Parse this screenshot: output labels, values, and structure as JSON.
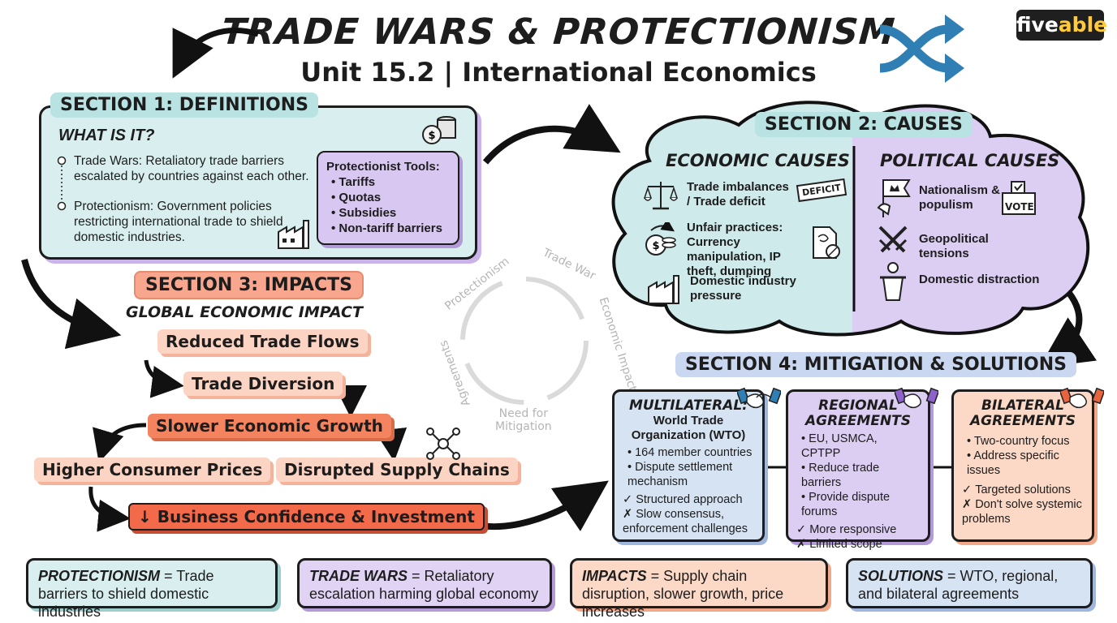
{
  "header": {
    "title": "TRADE WARS & PROTECTIONISM",
    "subtitle": "Unit 15.2 | International Economics",
    "logo_pre": "five",
    "logo_y": "able"
  },
  "section1": {
    "heading": "SECTION 1: DEFINITIONS",
    "what_is_it": "WHAT IS IT?",
    "def_trade_wars": "Trade Wars: Retaliatory trade barriers escalated by countries against each other.",
    "def_protectionism": "Protectionism: Government policies restricting international trade to shield domestic industries.",
    "tools_title": "Protectionist Tools:",
    "tools": [
      "Tariffs",
      "Quotas",
      "Subsidies",
      "Non-tariff barriers"
    ]
  },
  "section2": {
    "heading": "SECTION 2: CAUSES",
    "economic_title": "ECONOMIC CAUSES",
    "political_title": "POLITICAL CAUSES",
    "economic": [
      "Trade imbalances / Trade deficit",
      "Unfair practices: Currency manipulation, IP theft, dumping",
      "Domestic industry pressure"
    ],
    "political": [
      "Nationalism & populism",
      "Geopolitical tensions",
      "Domestic distraction"
    ],
    "deficit_sign": "DEFICIT",
    "vote_sign": "VOTE"
  },
  "section3": {
    "heading": "SECTION 3: IMPACTS",
    "subheading": "GLOBAL ECONOMIC IMPACT",
    "reduced": "Reduced Trade Flows",
    "diversion": "Trade Diversion",
    "slower": "Slower Economic Growth",
    "prices": "Higher Consumer Prices",
    "supply": "Disrupted Supply Chains",
    "confidence": "↓ Business Confidence & Investment"
  },
  "cycle": {
    "protectionism": "Protectionism",
    "trade_war": "Trade War",
    "economic_impacts": "Economic Impacts",
    "need_line1": "Need for",
    "need_line2": "Mitigation",
    "agreements": "Agreements"
  },
  "section4": {
    "heading": "SECTION 4: MITIGATION & SOLUTIONS",
    "multilateral": {
      "title": "MULTILATERAL:",
      "sub": "World Trade Organization (WTO)",
      "points": [
        "164 member countries",
        "Dispute settlement mechanism"
      ],
      "pro": "Structured approach",
      "con": "Slow consensus, enforcement challenges"
    },
    "regional": {
      "title": "REGIONAL AGREEMENTS",
      "points": [
        "EU, USMCA, CPTPP",
        "Reduce trade barriers",
        "Provide dispute forums"
      ],
      "pro": "More responsive",
      "con": "Limited scope"
    },
    "bilateral": {
      "title": "BILATERAL AGREEMENTS",
      "points": [
        "Two-country focus",
        "Address specific issues"
      ],
      "pro": "Targeted solutions",
      "con": "Don't solve systemic problems"
    }
  },
  "summary": {
    "protectionism_term": "PROTECTIONISM",
    "protectionism_def": " = Trade barriers to shield domestic industries",
    "tradewars_term": "TRADE WARS",
    "tradewars_def": " = Retaliatory escalation harming global economy",
    "impacts_term": "IMPACTS",
    "impacts_def": " = Supply chain disruption, slower growth, price increases",
    "solutions_term": "SOLUTIONS",
    "solutions_def": " = WTO, regional, and bilateral agreements"
  },
  "colors": {
    "teal": "#d9efef",
    "lavender": "#e0d3f3",
    "coral": "#f36a4b",
    "peach": "#fcd8c6",
    "blue": "#d6e3f3"
  }
}
